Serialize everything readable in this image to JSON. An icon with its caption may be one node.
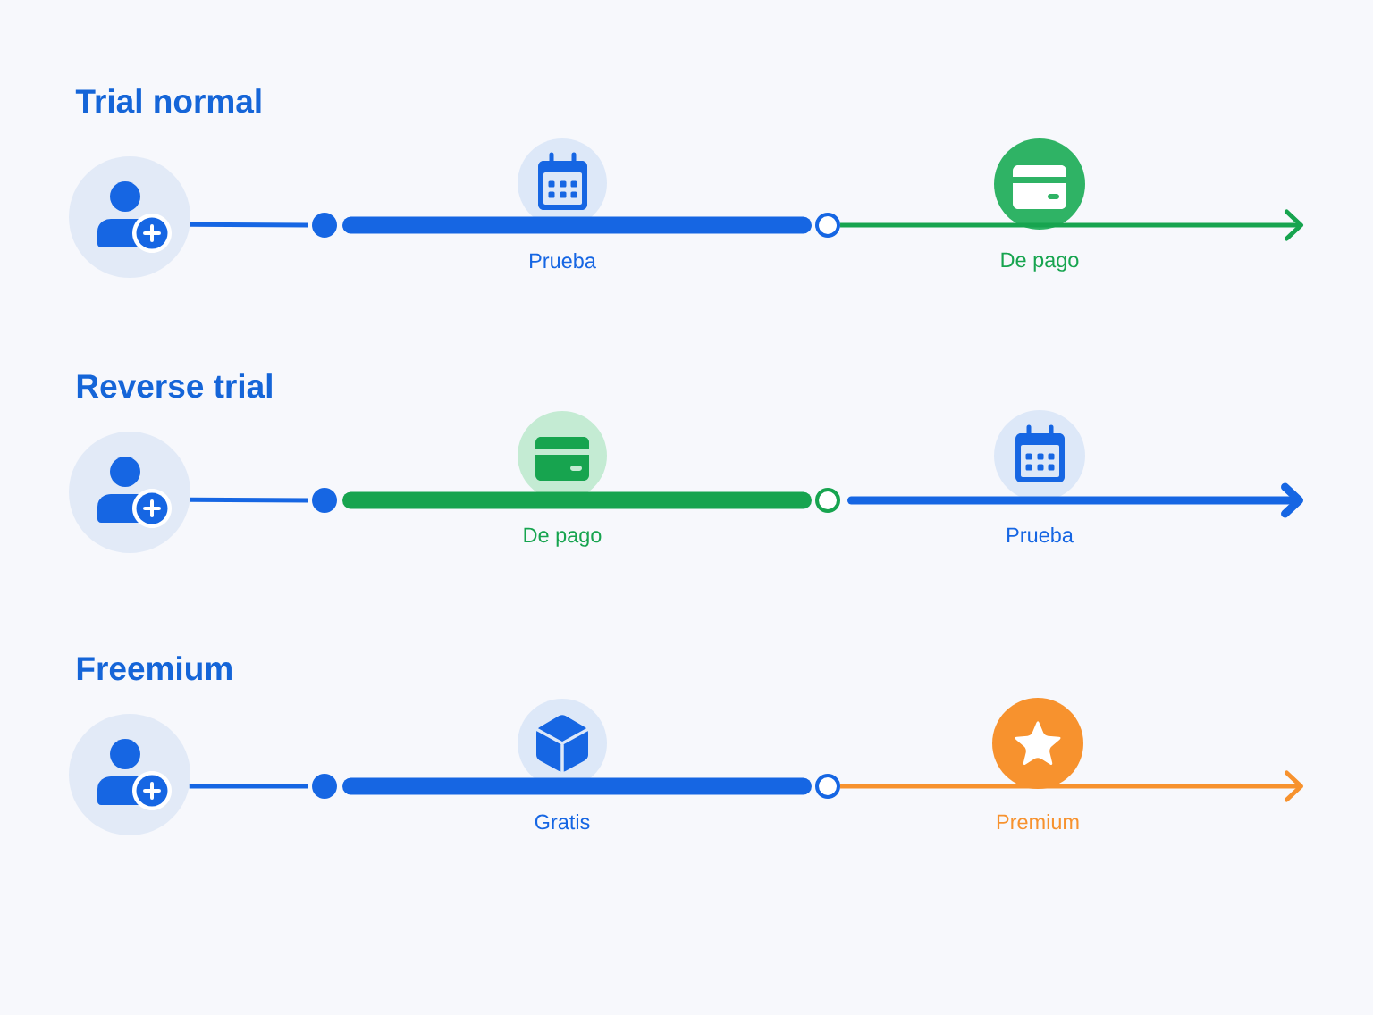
{
  "diagram": {
    "nodes": [
      {
        "text": [],
        "shape": "circle"
      },
      {
        "text": [],
        "shape": "circle"
      },
      {
        "text": [
          "Prueba"
        ]
      },
      {
        "text": [],
        "shape": "circle"
      },
      {
        "text": [
          "De pago"
        ]
      },
      {
        "text": [],
        "shape": "circle"
      },
      {
        "text": [],
        "shape": "circle"
      },
      {
        "text": [
          "De pago"
        ]
      },
      {
        "text": [],
        "shape": "circle"
      },
      {
        "text": [
          "Prueba"
        ]
      },
      {
        "text": [],
        "shape": "circle"
      },
      {
        "text": [],
        "shape": "circle"
      },
      {
        "text": [
          "Gratis"
        ]
      },
      {
        "text": [],
        "shape": "circle"
      },
      {
        "text": [
          "Premium"
        ]
      }
    ],
    "edges": [
      {
        "from": 0,
        "to": 1,
        "arrow": "none"
      },
      {
        "from": 1,
        "to": 3,
        "arrow": "none",
        "style": "thick"
      },
      {
        "from": 3,
        "to": null,
        "arrow": "to",
        "color": "#17a44f"
      },
      {
        "from": 5,
        "to": 6,
        "arrow": "none"
      },
      {
        "from": 6,
        "to": 8,
        "arrow": "none",
        "style": "thick",
        "color": "#17a44f"
      },
      {
        "from": 8,
        "to": null,
        "arrow": "to",
        "style": "thick"
      },
      {
        "from": 10,
        "to": 11,
        "arrow": "none"
      },
      {
        "from": 11,
        "to": 13,
        "arrow": "none",
        "style": "thick"
      },
      {
        "from": 13,
        "to": null,
        "arrow": "to",
        "color": "#f7922e"
      }
    ],
    "labels": [
      "Trial normal",
      "Reverse trial",
      "Freemium"
    ]
  }
}
